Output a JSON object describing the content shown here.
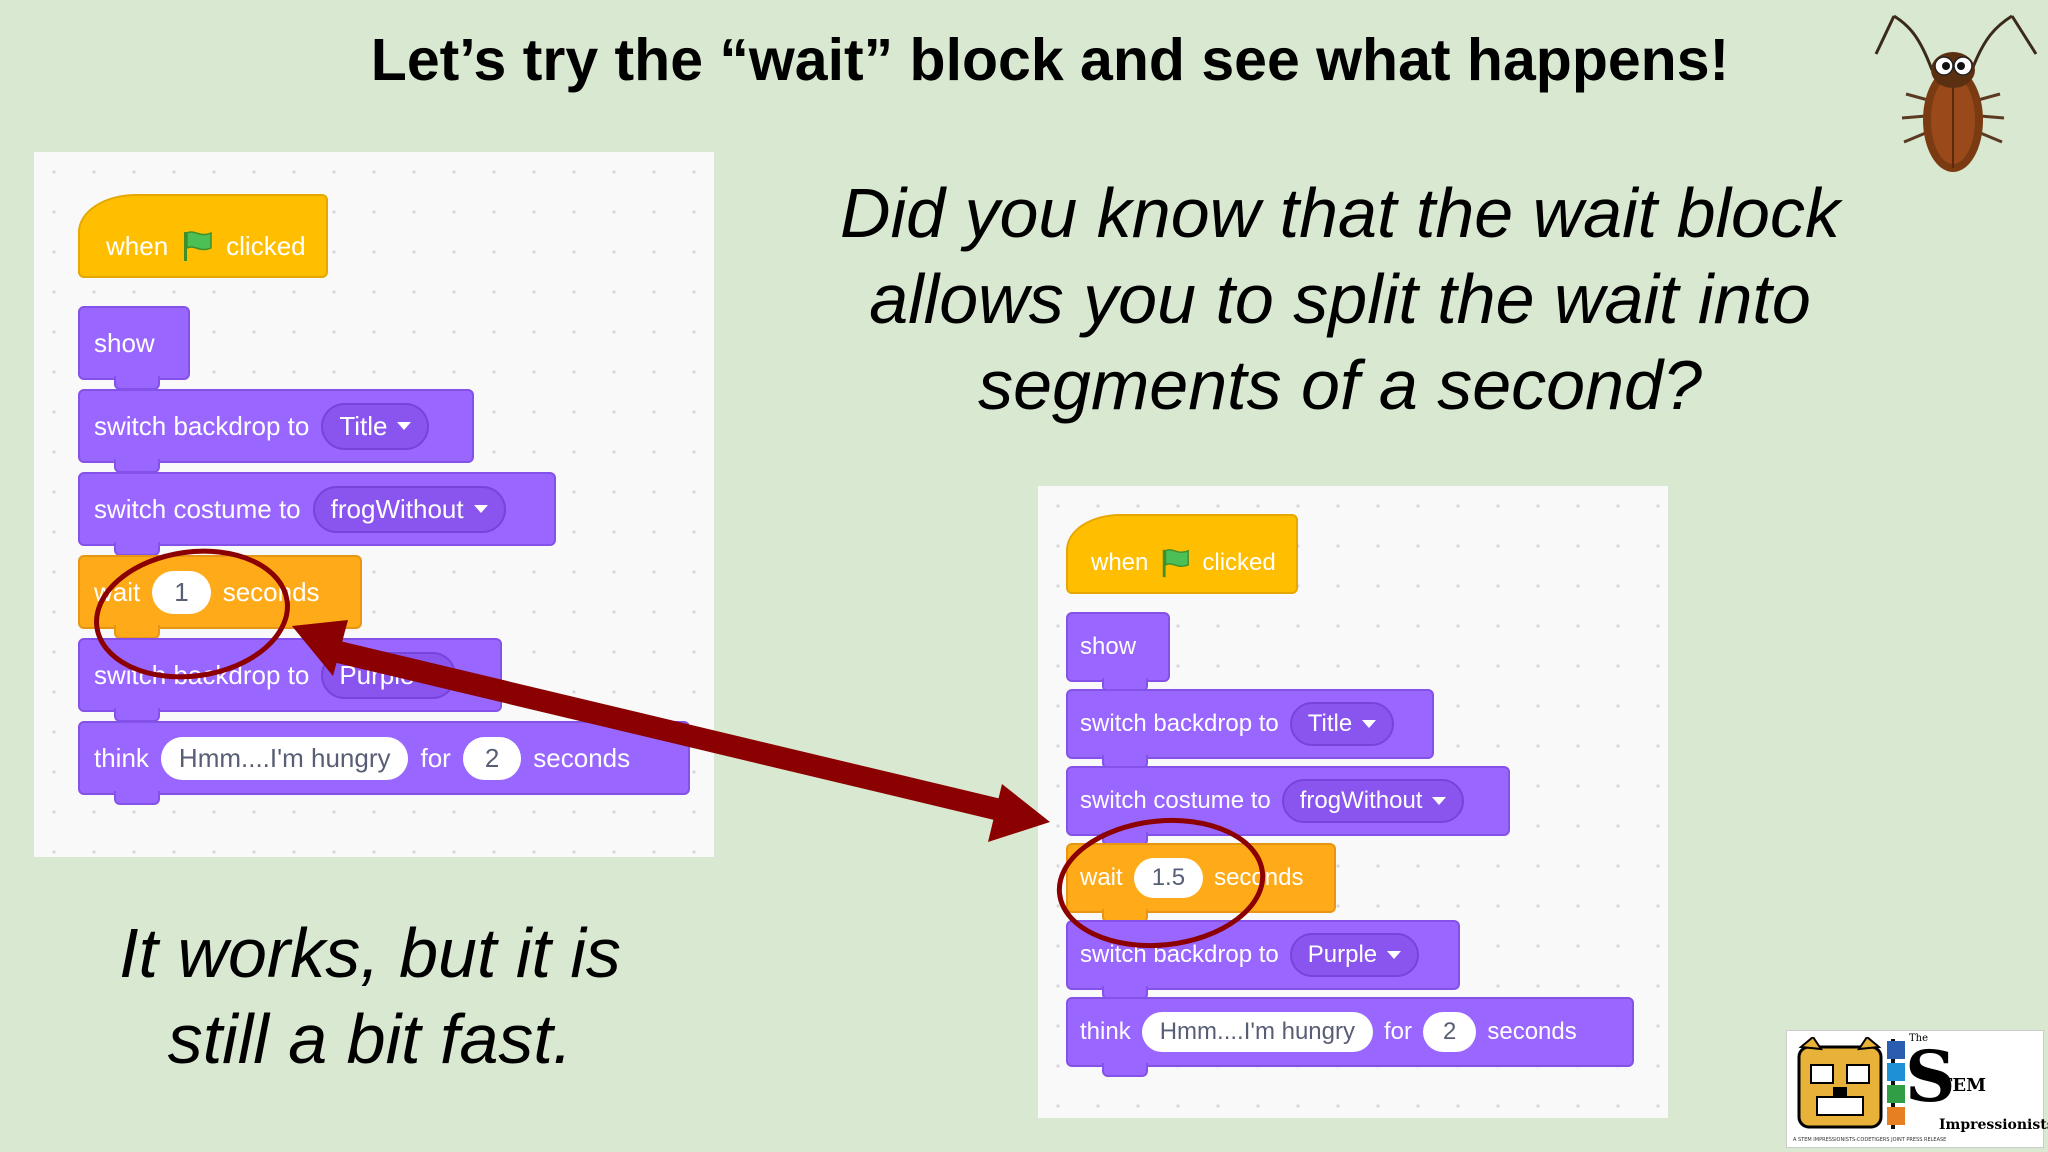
{
  "slide_title": "Let’s try the “wait” block and see what happens!",
  "question": {
    "line1": "Did you know that the wait block",
    "line2": "allows you to split the wait into",
    "line3": "segments of a second?"
  },
  "note": {
    "line1": "It works, but it is",
    "line2": "still a bit fast."
  },
  "script_left": {
    "hat": {
      "when": "when",
      "clicked": "clicked"
    },
    "show": "show",
    "backdrop1": {
      "label": "switch backdrop to",
      "value": "Title"
    },
    "costume": {
      "label": "switch costume to",
      "value": "frogWithout"
    },
    "wait": {
      "label1": "wait",
      "value": "1",
      "label2": "seconds"
    },
    "backdrop2": {
      "label": "switch backdrop to",
      "value": "Purple"
    },
    "think": {
      "label1": "think",
      "message": "Hmm....I'm hungry",
      "label2": "for",
      "value": "2",
      "label3": "seconds"
    }
  },
  "script_right": {
    "hat": {
      "when": "when",
      "clicked": "clicked"
    },
    "show": "show",
    "backdrop1": {
      "label": "switch backdrop to",
      "value": "Title"
    },
    "costume": {
      "label": "switch costume to",
      "value": "frogWithout"
    },
    "wait": {
      "label1": "wait",
      "value": "1.5",
      "label2": "seconds"
    },
    "backdrop2": {
      "label": "switch backdrop to",
      "value": "Purple"
    },
    "think": {
      "label1": "think",
      "message": "Hmm....I'm hungry",
      "label2": "for",
      "value": "2",
      "label3": "seconds"
    }
  },
  "logo": {
    "the": "The",
    "s": "S",
    "tem": "TEM",
    "impressionists": "Impressionists",
    "tagline": "A STEM IMPRESSIONISTS-CODETIGERS JOINT PRESS RELEASE"
  },
  "colors": {
    "background": "#d9e8d1",
    "looks_purple": "#9966ff",
    "events_yellow": "#ffbf00",
    "control_orange": "#ffab19",
    "highlight_red": "#8b0000"
  },
  "icons": [
    "green-flag-icon",
    "cockroach-icon",
    "double-arrow",
    "highlight-circle"
  ]
}
